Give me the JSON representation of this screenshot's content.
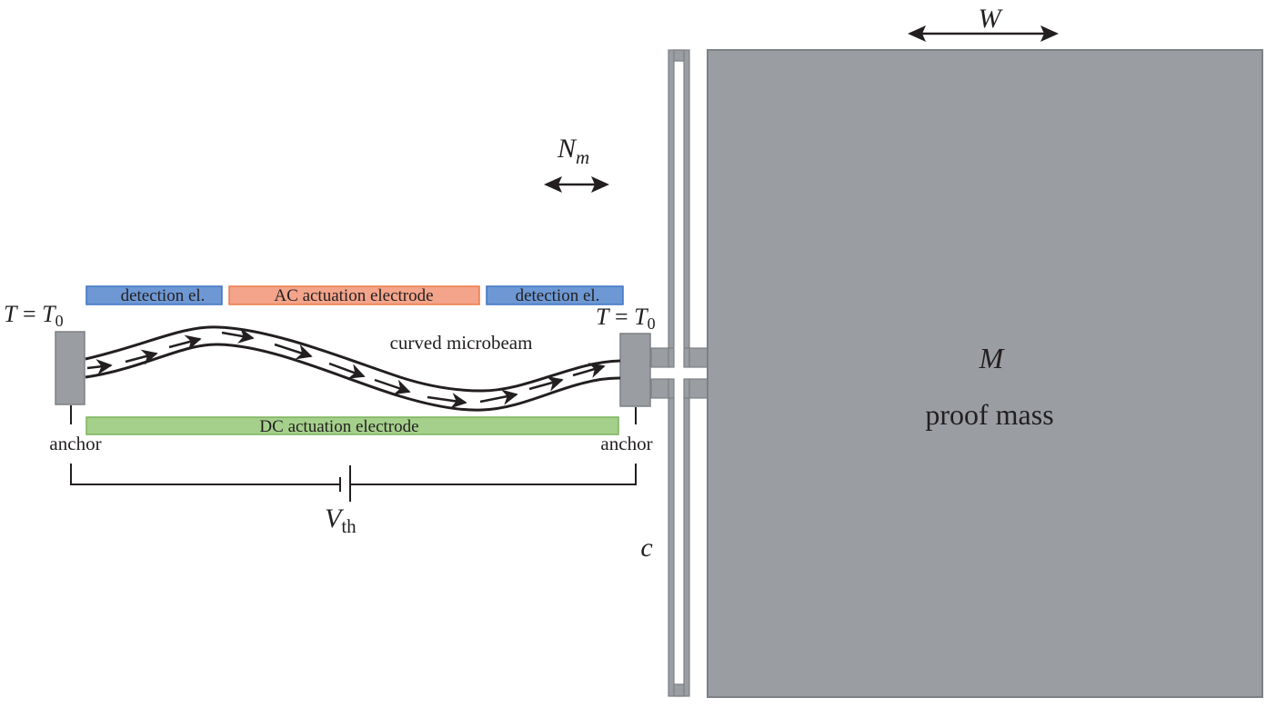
{
  "diagram": {
    "labels": {
      "temp_left": {
        "lhs": "T",
        "eq": " = ",
        "rhs": "T",
        "sub": "0"
      },
      "temp_right": {
        "lhs": "T",
        "eq": " = ",
        "rhs": "T",
        "sub": "0"
      },
      "anchor_left": "anchor",
      "anchor_right": "anchor",
      "curved_microbeam": "curved microbeam",
      "voltage": {
        "main": "V",
        "sub": "th"
      },
      "nm": {
        "main": "N",
        "sub": "m"
      },
      "width": "W",
      "mass_symbol": "M",
      "proof_mass": "proof mass",
      "c": "c"
    },
    "electrodes": [
      {
        "id": "detection-left",
        "label": "detection el.",
        "fill": "#6d98d4",
        "stroke": "#3f74c4"
      },
      {
        "id": "ac-actuation",
        "label": "AC actuation electrode",
        "fill": "#f3a48a",
        "stroke": "#ec7a4a"
      },
      {
        "id": "detection-right",
        "label": "detection el.",
        "fill": "#6d98d4",
        "stroke": "#3f74c4"
      },
      {
        "id": "dc-actuation",
        "label": "DC actuation electrode",
        "fill": "#a5d08c",
        "stroke": "#7ab35a"
      }
    ],
    "colors": {
      "structure_fill": "#9a9ea2",
      "structure_stroke": "#7d8185",
      "line": "#231f20"
    }
  }
}
